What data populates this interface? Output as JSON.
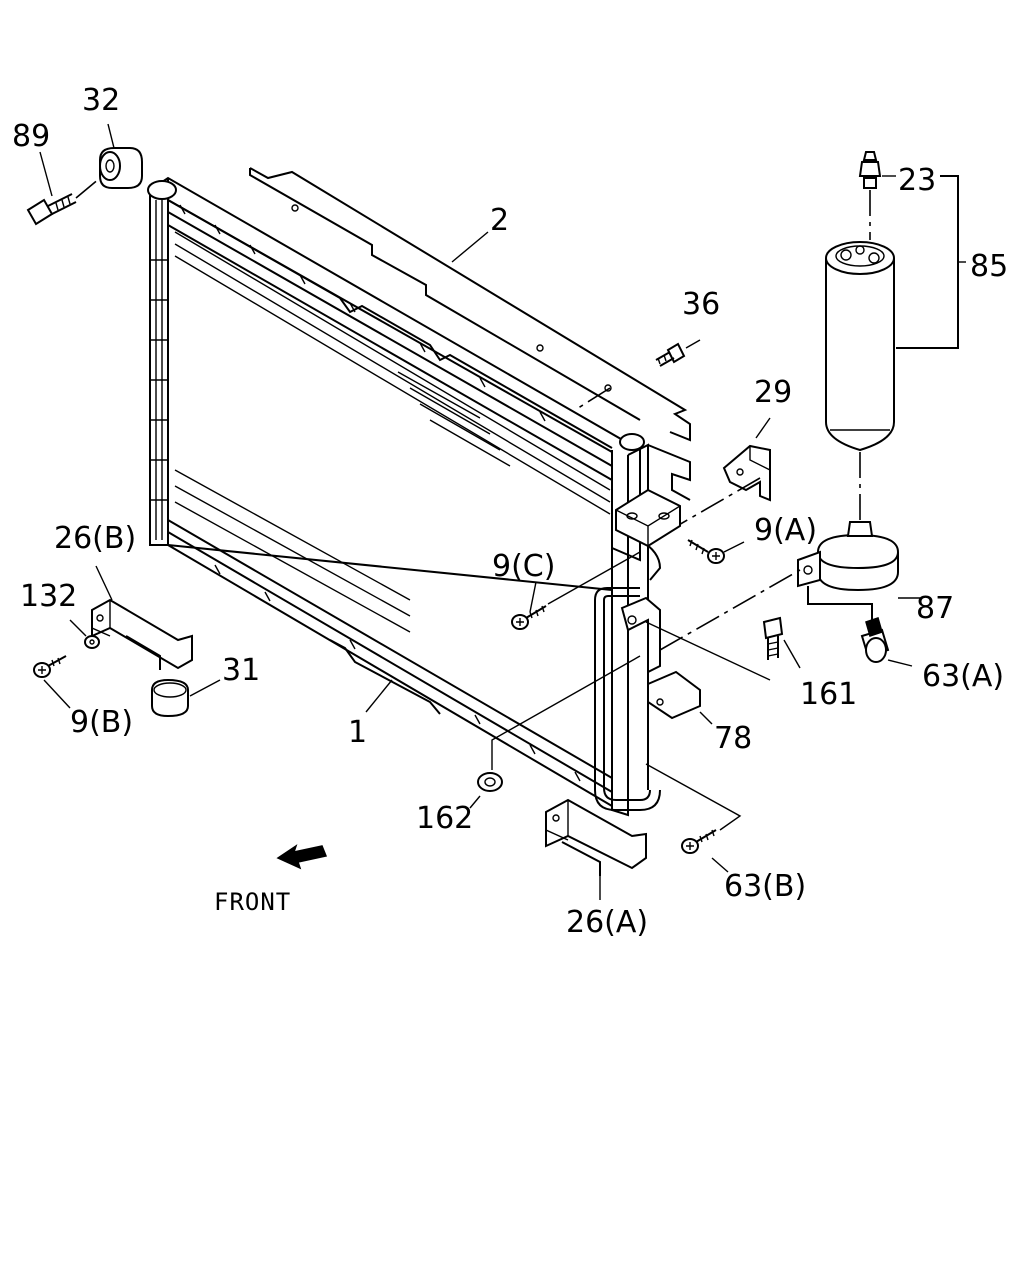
{
  "labels": {
    "p1": "1",
    "p2": "2",
    "p23": "23",
    "p26a": "26(A)",
    "p26b": "26(B)",
    "p29": "29",
    "p31": "31",
    "p32": "32",
    "p36": "36",
    "p63a": "63(A)",
    "p63b": "63(B)",
    "p78": "78",
    "p85": "85",
    "p87": "87",
    "p89": "89",
    "p9a": "9(A)",
    "p9b": "9(B)",
    "p9c": "9(C)",
    "p132": "132",
    "p161": "161",
    "p162": "162"
  },
  "front_marker": {
    "text": "FRONT",
    "icon": "front-arrow-icon"
  },
  "colors": {
    "line": "#000000",
    "background": "#ffffff"
  }
}
